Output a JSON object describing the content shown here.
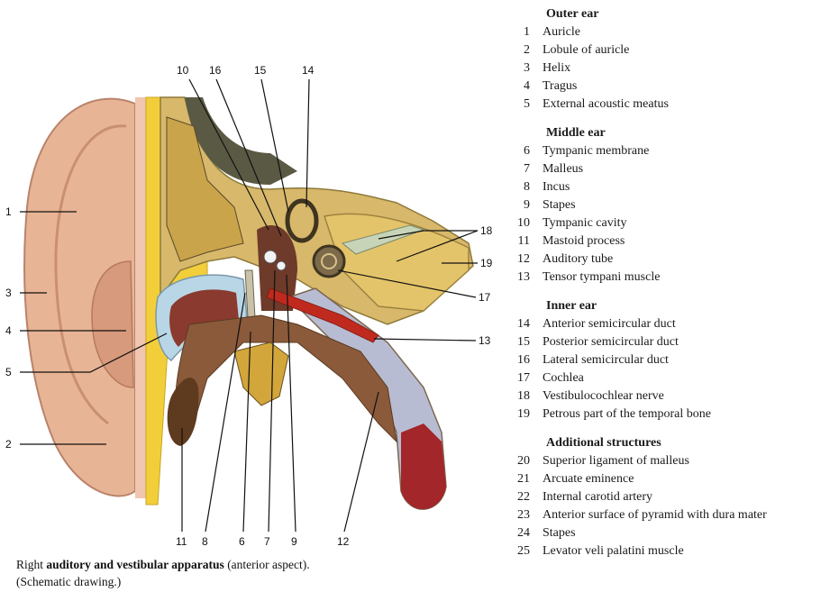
{
  "figure": {
    "callouts_left": [
      "1",
      "3",
      "4",
      "5",
      "2"
    ],
    "callouts_top": [
      "10",
      "16",
      "15",
      "14"
    ],
    "callouts_right": [
      "18",
      "19",
      "17",
      "13"
    ],
    "callouts_bottom": [
      "11",
      "8",
      "6",
      "7",
      "9",
      "12"
    ]
  },
  "caption": {
    "prefix": "Right ",
    "bold": "auditory and vestibular apparatus",
    "suffix": " (anterior aspect).",
    "line2": "(Schematic drawing.)"
  },
  "legend": {
    "sections": [
      {
        "title": "Outer ear",
        "items": [
          {
            "n": "1",
            "t": "Auricle"
          },
          {
            "n": "2",
            "t": "Lobule of auricle"
          },
          {
            "n": "3",
            "t": "Helix"
          },
          {
            "n": "4",
            "t": "Tragus"
          },
          {
            "n": "5",
            "t": "External acoustic meatus"
          }
        ]
      },
      {
        "title": "Middle ear",
        "items": [
          {
            "n": "6",
            "t": "Tympanic membrane"
          },
          {
            "n": "7",
            "t": "Malleus"
          },
          {
            "n": "8",
            "t": "Incus"
          },
          {
            "n": "9",
            "t": "Stapes"
          },
          {
            "n": "10",
            "t": "Tympanic cavity"
          },
          {
            "n": "11",
            "t": "Mastoid process"
          },
          {
            "n": "12",
            "t": "Auditory tube"
          },
          {
            "n": "13",
            "t": "Tensor tympani muscle"
          }
        ]
      },
      {
        "title": "Inner ear",
        "items": [
          {
            "n": "14",
            "t": "Anterior semicircular duct"
          },
          {
            "n": "15",
            "t": "Posterior semicircular duct"
          },
          {
            "n": "16",
            "t": "Lateral semicircular duct"
          },
          {
            "n": "17",
            "t": "Cochlea"
          },
          {
            "n": "18",
            "t": "Vestibulocochlear nerve"
          },
          {
            "n": "19",
            "t": "Petrous part of the temporal bone"
          }
        ]
      },
      {
        "title": "Additional structures",
        "items": [
          {
            "n": "20",
            "t": "Superior ligament of malleus"
          },
          {
            "n": "21",
            "t": "Arcuate eminence"
          },
          {
            "n": "22",
            "t": "Internal carotid artery"
          },
          {
            "n": "23",
            "t": "Anterior surface of pyramid with dura mater"
          },
          {
            "n": "24",
            "t": "Stapes"
          },
          {
            "n": "25",
            "t": "Levator veli palatini muscle"
          }
        ]
      }
    ]
  }
}
